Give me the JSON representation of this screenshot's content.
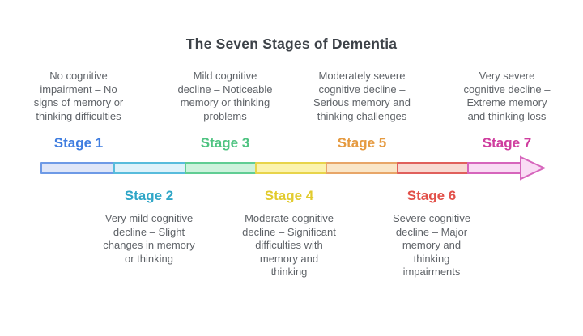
{
  "title": "The Seven Stages of Dementia",
  "colors": {
    "title_text": "#3d4248",
    "description_text": "#5f6368",
    "background": "#ffffff"
  },
  "stages": [
    {
      "label": "Stage 1",
      "description": "No cognitive\nimpairment – No\nsigns of memory or\nthinking difficulties",
      "position": "above-arrow",
      "label_color": "#3f7de0",
      "segment_border": "#6e9ae6",
      "segment_fill": "#dfe6f8"
    },
    {
      "label": "Stage 2",
      "description": "Very mild cognitive\ndecline – Slight\nchanges in memory\nor thinking",
      "position": "below-arrow",
      "label_color": "#2fa6c7",
      "segment_border": "#58bcdc",
      "segment_fill": "#def2fa"
    },
    {
      "label": "Stage 3",
      "description": "Mild cognitive\ndecline – Noticeable\nmemory or thinking\nproblems",
      "position": "above-arrow",
      "label_color": "#4fc381",
      "segment_border": "#60cd93",
      "segment_fill": "#cdf2dc"
    },
    {
      "label": "Stage 4",
      "description": "Moderate cognitive\ndecline – Significant\ndifficulties with\nmemory and\nthinking",
      "position": "below-arrow",
      "label_color": "#e2cb2e",
      "segment_border": "#e8d44a",
      "segment_fill": "#fbf3ae"
    },
    {
      "label": "Stage 5",
      "description": "Moderately severe\ncognitive decline –\nSerious memory and\nthinking challenges",
      "position": "above-arrow",
      "label_color": "#e59a40",
      "segment_border": "#e8a668",
      "segment_fill": "#fae6c8"
    },
    {
      "label": "Stage 6",
      "description": "Severe cognitive\ndecline – Major\nmemory and\nthinking\nimpairments",
      "position": "below-arrow",
      "label_color": "#e25049",
      "segment_border": "#e0605c",
      "segment_fill": "#f8dad2"
    },
    {
      "label": "Stage 7",
      "description": "Very severe\ncognitive decline –\nExtreme memory\nand thinking loss",
      "position": "above-arrow",
      "label_color": "#cf3d9e",
      "segment_border": "#d665bc",
      "segment_fill": "#f9dcf4"
    }
  ],
  "arrow": {
    "direction": "right",
    "head_border": "#d665bc",
    "head_fill": "#f9dcf4"
  }
}
